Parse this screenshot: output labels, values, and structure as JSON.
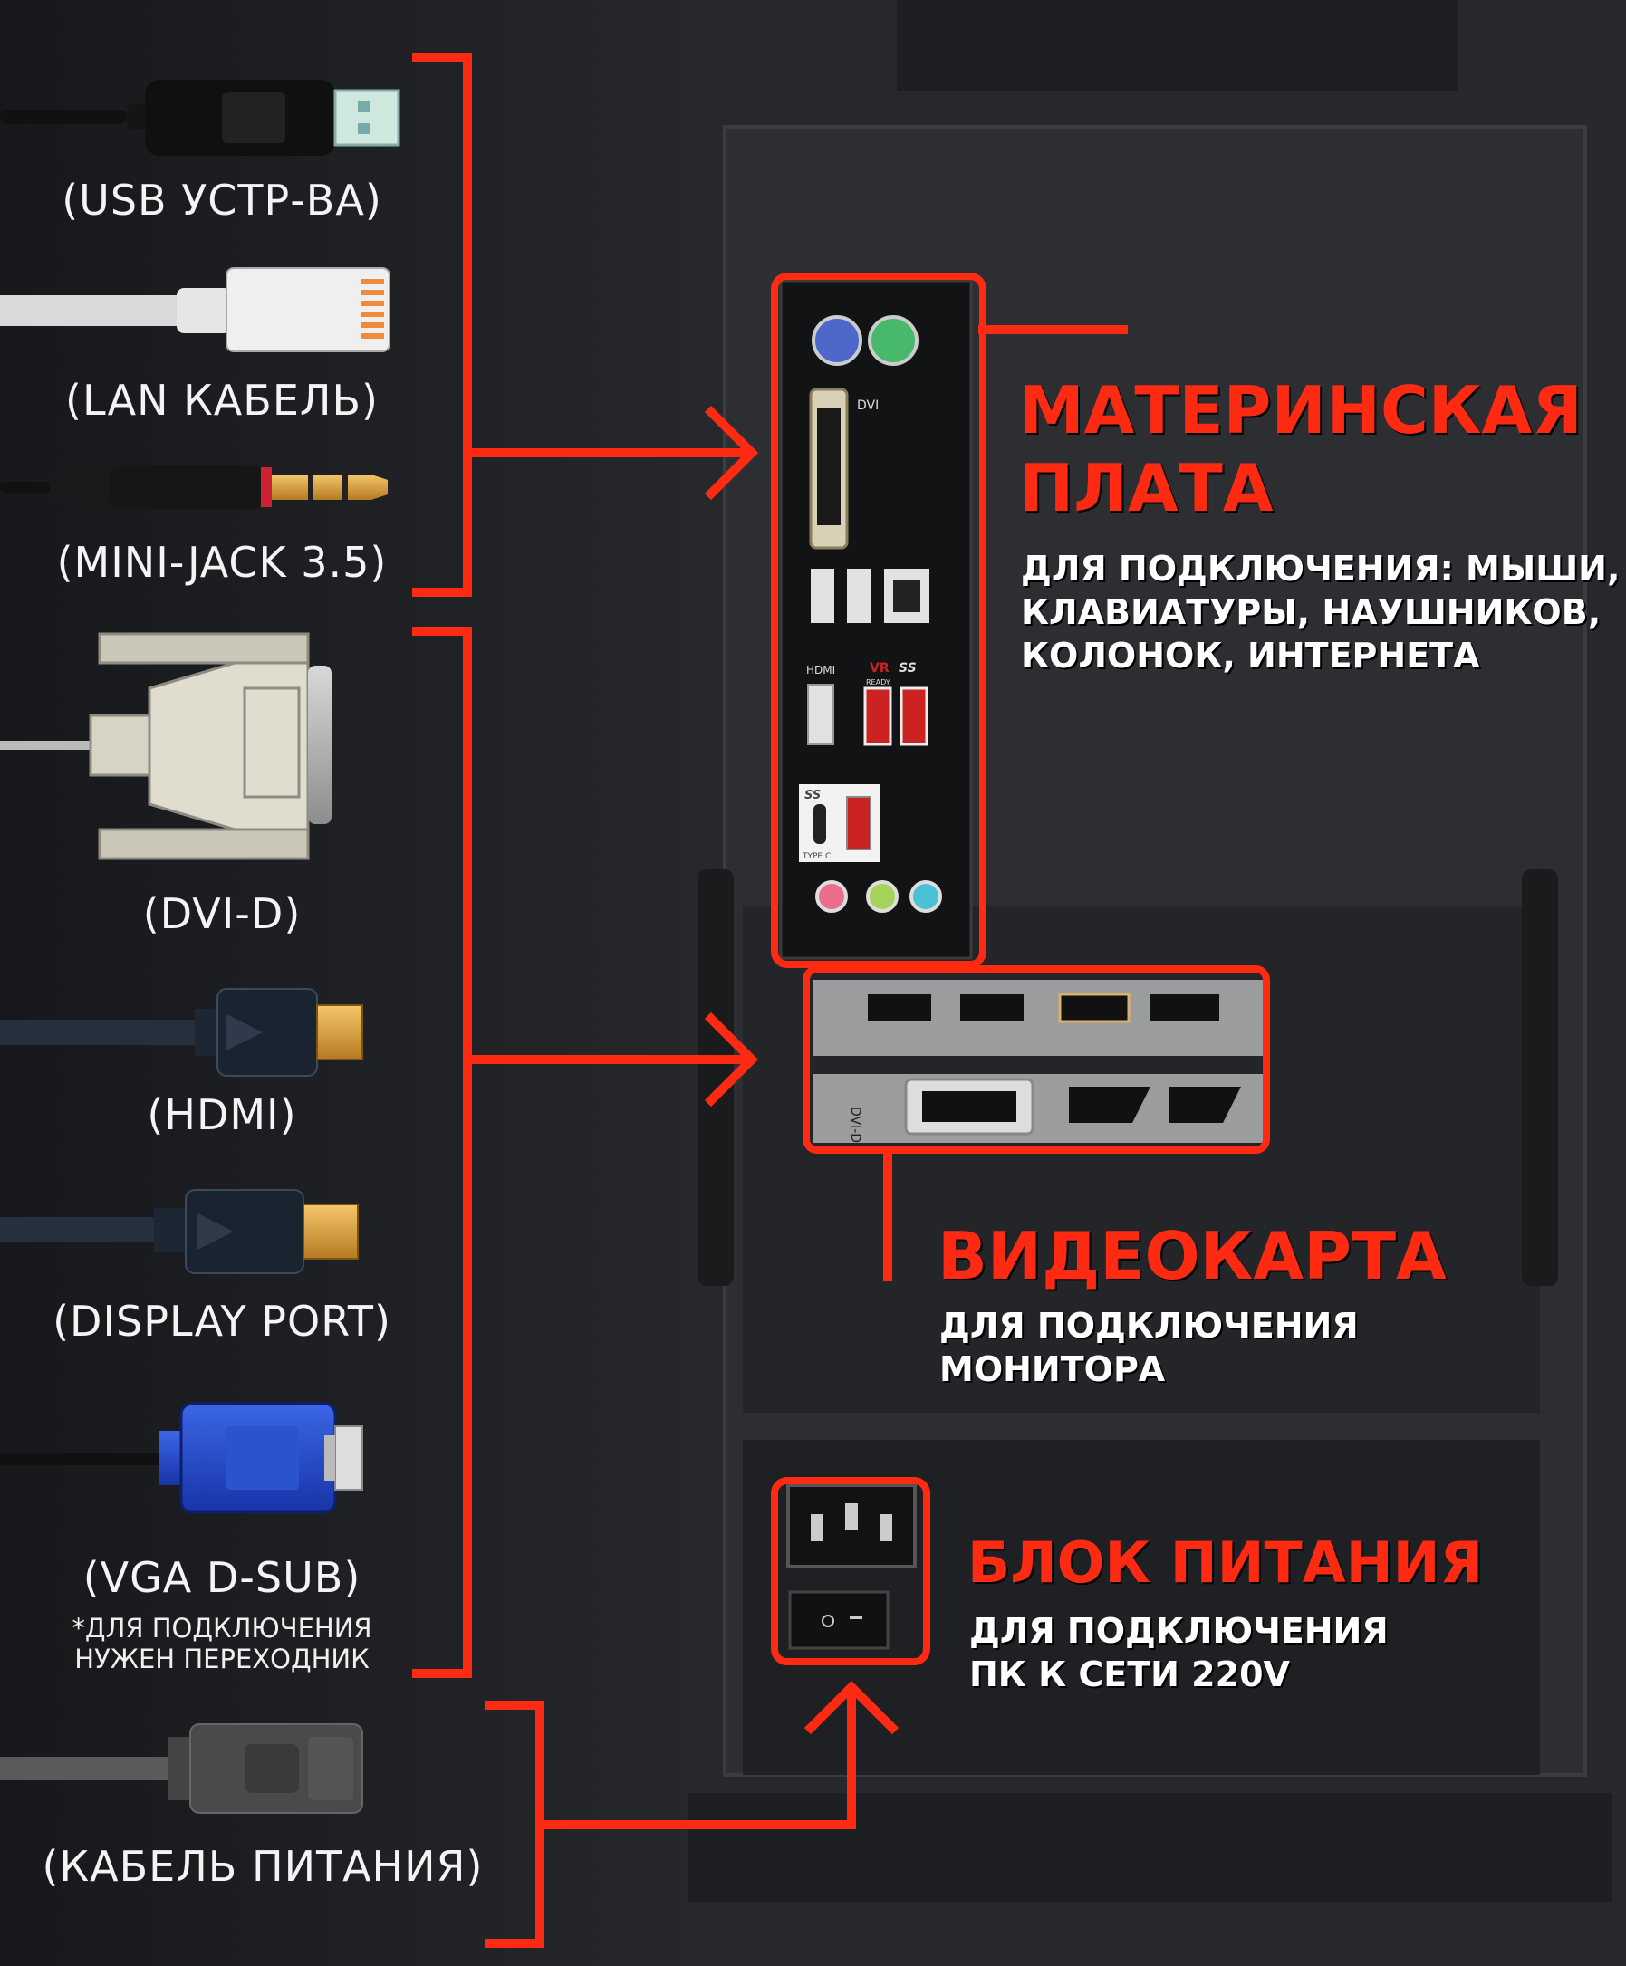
{
  "cables": [
    {
      "id": "usb",
      "label": "(USB УСТР-ВА)"
    },
    {
      "id": "lan",
      "label": "(LAN КАБЕЛЬ)"
    },
    {
      "id": "minijack",
      "label": "(MINI-JACK 3.5)"
    },
    {
      "id": "dvi",
      "label": "(DVI-D)"
    },
    {
      "id": "hdmi",
      "label": "(HDMI)"
    },
    {
      "id": "displayport",
      "label": "(DISPLAY PORT)"
    },
    {
      "id": "vga",
      "label": "(VGA D-SUB)",
      "note_line1": "*ДЛЯ ПОДКЛЮЧЕНИЯ",
      "note_line2": "НУЖЕН ПЕРЕХОДНИК"
    },
    {
      "id": "power",
      "label": "(КАБЕЛЬ ПИТАНИЯ)"
    }
  ],
  "sections": {
    "motherboard": {
      "title_line1": "МАТЕРИНСКАЯ",
      "title_line2": "ПЛАТА",
      "desc_line1": "ДЛЯ ПОДКЛЮЧЕНИЯ: МЫШИ,",
      "desc_line2": "КЛАВИАТУРЫ, НАУШНИКОВ,",
      "desc_line3": "КОЛОНОК, ИНТЕРНЕТА"
    },
    "gpu": {
      "title": "ВИДЕОКАРТА",
      "desc_line1": "ДЛЯ ПОДКЛЮЧЕНИЯ",
      "desc_line2": "МОНИТОРА"
    },
    "psu": {
      "title": "БЛОК ПИТАНИЯ",
      "desc_line1": "ДЛЯ ПОДКЛЮЧЕНИЯ",
      "desc_line2": "ПК К СЕТИ 220V"
    }
  },
  "panel_labels": {
    "dvi": "DVI",
    "hdmi": "HDMI",
    "vr": "VR",
    "ready": "READY",
    "ss1": "SS",
    "ss2": "SS",
    "typec": "TYPE C",
    "dvid": "DVI-D"
  },
  "colors": {
    "accent": "#ff2a12",
    "background": "#1b1c1f",
    "text": "#ffffff"
  },
  "icons": [
    "usb-connector-icon",
    "lan-connector-icon",
    "minijack-connector-icon",
    "dvi-connector-icon",
    "hdmi-connector-icon",
    "displayport-connector-icon",
    "vga-connector-icon",
    "power-connector-icon"
  ]
}
